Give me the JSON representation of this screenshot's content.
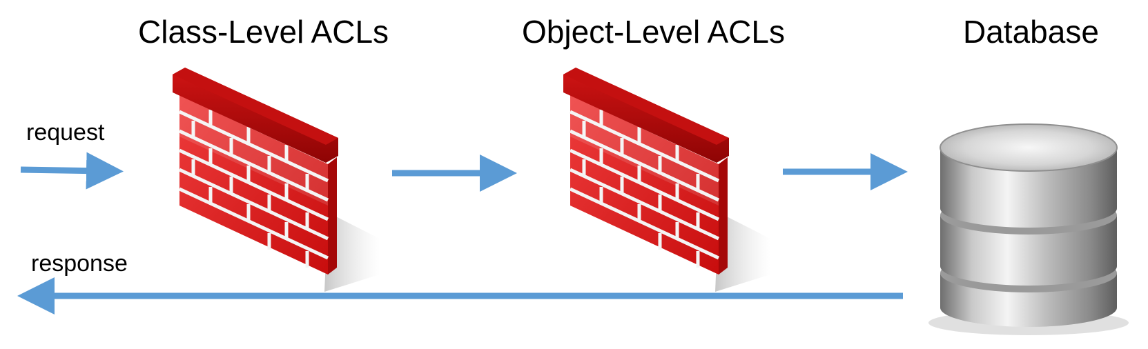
{
  "headings": {
    "class_level": "Class-Level ACLs",
    "object_level": "Object-Level ACLs",
    "database": "Database"
  },
  "flow": {
    "request_label": "request",
    "response_label": "response"
  },
  "icons": {
    "firewall_1": "brick-firewall-icon",
    "firewall_2": "brick-firewall-icon",
    "database": "database-cylinder-icon"
  },
  "colors": {
    "arrow": "#5b9bd5",
    "brick": "#d61414",
    "brick_dark": "#9e0606",
    "database_metal": "#b8b8b8"
  }
}
